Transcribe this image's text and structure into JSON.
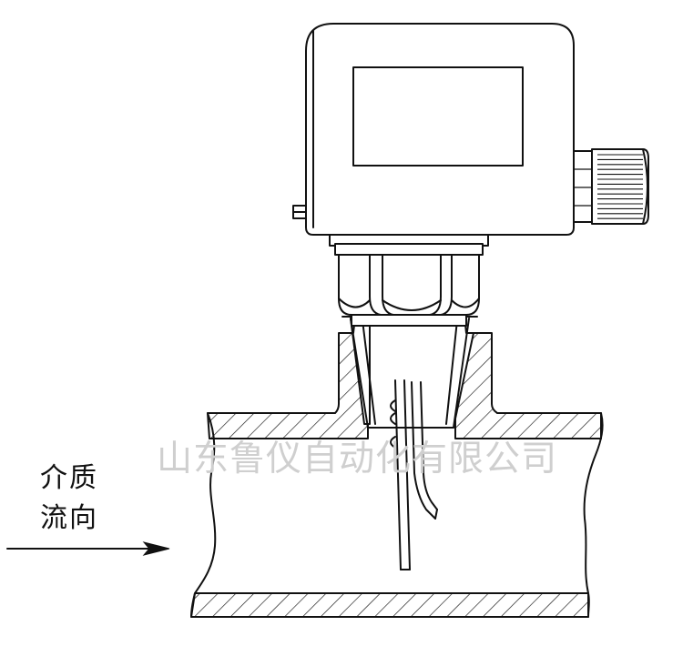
{
  "labels": {
    "medium_line1": "介质",
    "medium_line2": "流向"
  },
  "watermark": "山东鲁仪自动化有限公司",
  "colors": {
    "line": "#111111",
    "watermark": "#cfcfcf",
    "background": "#ffffff"
  },
  "icons": {
    "flow_arrow": "right-arrow",
    "hatch": "diagonal-hatch"
  }
}
